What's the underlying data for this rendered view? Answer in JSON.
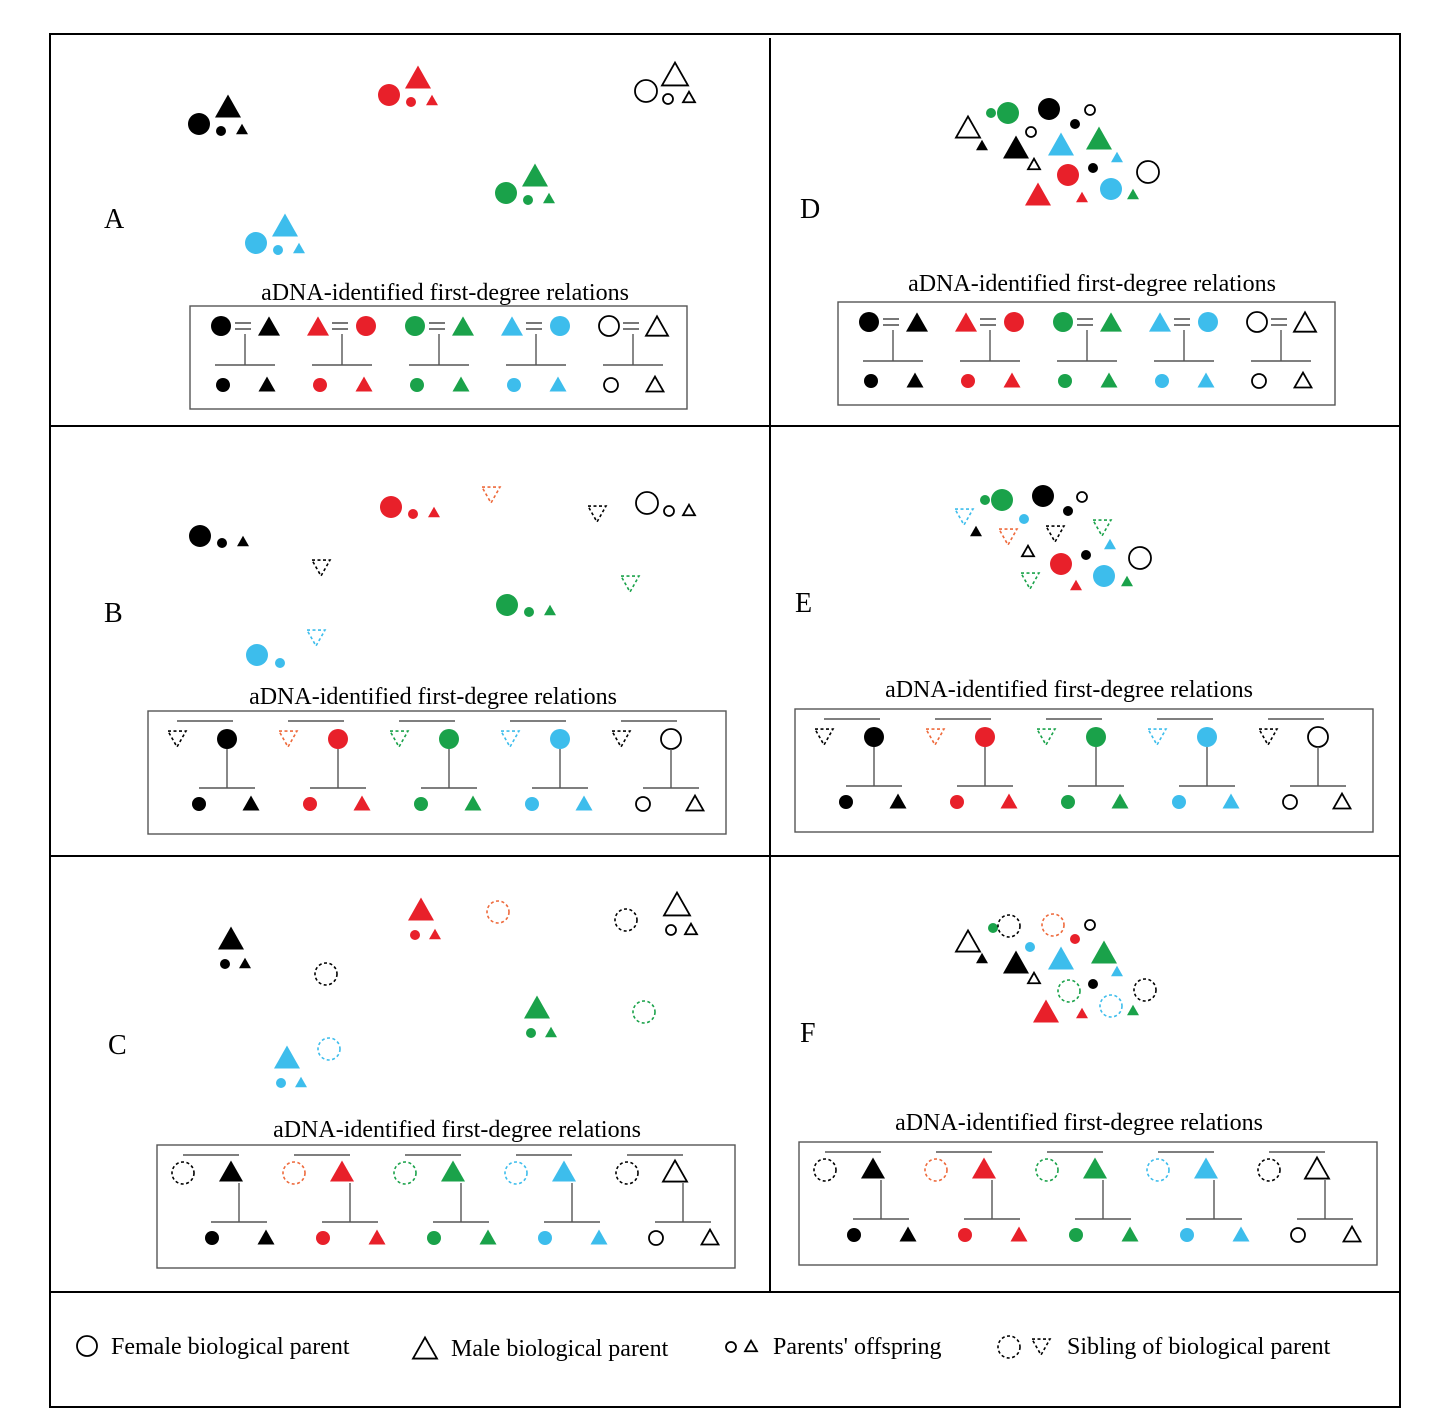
{
  "panel_letters": {
    "A": "A",
    "B": "B",
    "C": "C",
    "D": "D",
    "E": "E",
    "F": "F"
  },
  "caption": "aDNA-identified first-degree relations",
  "legend": {
    "female_parent": "Female biological parent",
    "male_parent": "Male biological parent",
    "offspring": "Parents' offspring",
    "sibling": "Sibling of biological parent"
  },
  "colors": {
    "black": "#000000",
    "red": "#e8202a",
    "green": "#1aa24a",
    "blue": "#3dbdec",
    "outline": "#000000",
    "red_dashed": "#ee6a3c"
  },
  "families": [
    "black",
    "red",
    "green",
    "blue",
    "outline"
  ]
}
